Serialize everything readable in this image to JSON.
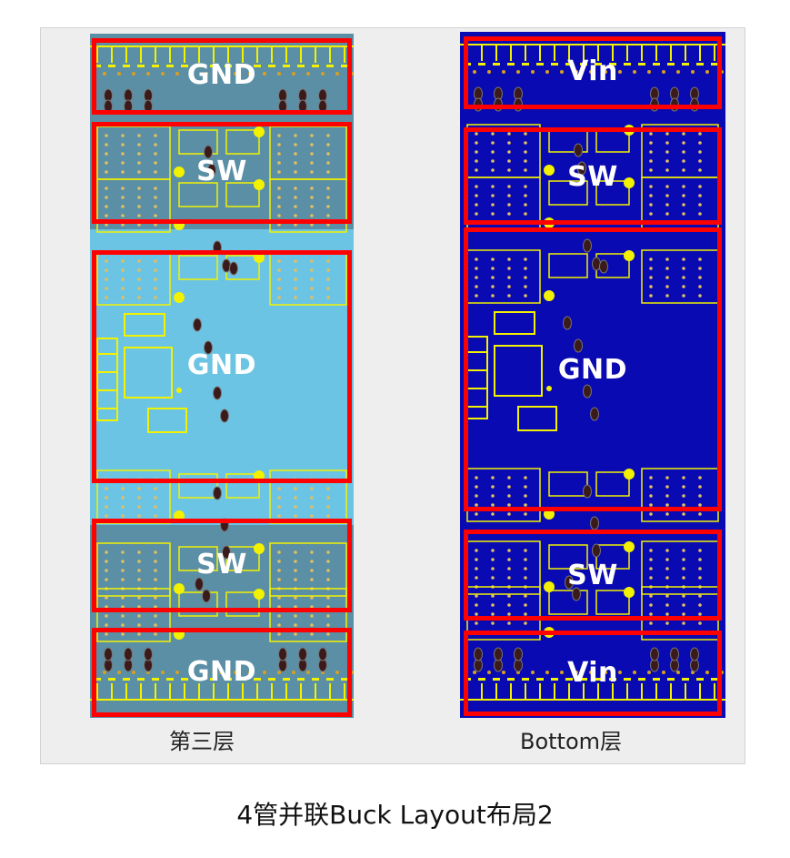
{
  "title": "4管并联Buck Layout布局2",
  "panels": [
    {
      "caption": "第三层",
      "bg": "#6cc4e4",
      "overlay": "#5a8fa6",
      "zones": [
        "GND",
        "SW",
        "GND",
        "SW",
        "GND"
      ]
    },
    {
      "caption": "Bottom层",
      "bg": "#0a0ab2",
      "overlay": "#0a0ab2",
      "zones": [
        "Vin",
        "SW",
        "GND",
        "SW",
        "Vin"
      ]
    }
  ],
  "colors": {
    "highlight": "#ff0000",
    "trace": "#f2f200",
    "via": "#3a1a1a"
  }
}
